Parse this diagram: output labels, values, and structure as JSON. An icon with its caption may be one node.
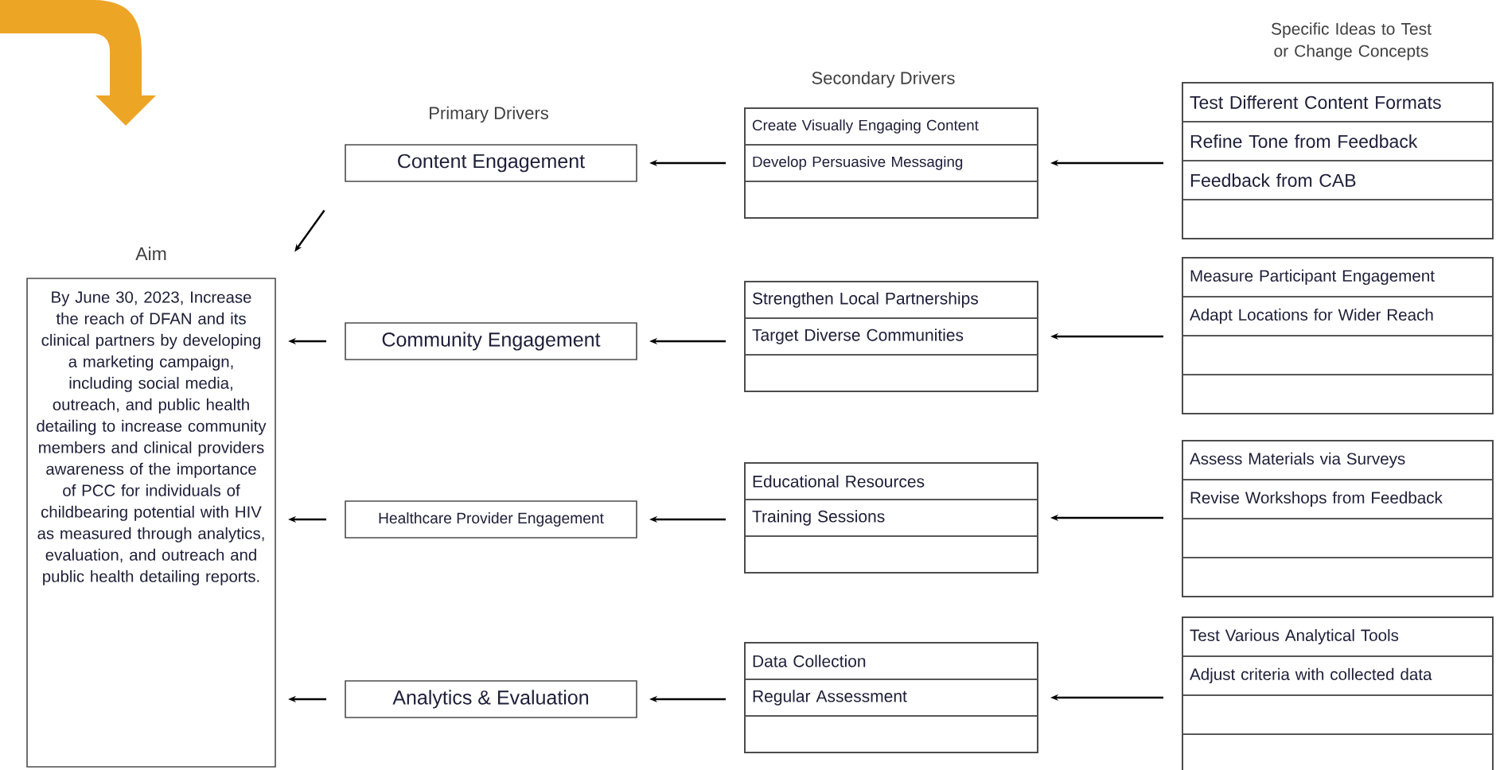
{
  "diagram": {
    "nodes": [
      {
        "text": [
          "Aim",
          "By June 30, 2023, Increase the reach of DFAN and its clinical partners by developing a marketing campaign, including social media, outreach, and public health detailing to increase community members and clinical providers awareness of the importance of PCC for individuals of childbearing potential with HIV as measured through analytics, evaluation, and outreach and public health detailing reports."
        ]
      },
      {
        "text": [
          "Content Engagement"
        ]
      },
      {
        "text": [
          "Community Engagement"
        ]
      },
      {
        "text": [
          "Healthcare Provider Engagement"
        ]
      },
      {
        "text": [
          "Analytics & Evaluation"
        ]
      },
      {
        "text": [],
        "shape": "box"
      },
      {
        "text": [
          "Create Visually Engaging Content"
        ],
        "in": 5
      },
      {
        "text": [
          "Develop Persuasive Messaging"
        ],
        "in": 5
      },
      {
        "text": [],
        "shape": "box",
        "in": 5
      },
      {
        "text": [],
        "shape": "box"
      },
      {
        "text": [
          "Strengthen Local Partnerships"
        ],
        "in": 9
      },
      {
        "text": [
          "Target Diverse Communities"
        ],
        "in": 9
      },
      {
        "text": [],
        "shape": "box",
        "in": 9
      },
      {
        "text": [],
        "shape": "box"
      },
      {
        "text": [
          "Educational Resources"
        ],
        "in": 13
      },
      {
        "text": [
          "Training Sessions"
        ],
        "in": 13
      },
      {
        "text": [],
        "shape": "box",
        "in": 13
      },
      {
        "text": [],
        "shape": "box"
      },
      {
        "text": [
          "Data Collection"
        ],
        "in": 17
      },
      {
        "text": [
          "Regular Assessment"
        ],
        "in": 17
      },
      {
        "text": [],
        "shape": "box",
        "in": 17
      },
      {
        "text": [],
        "shape": "box"
      },
      {
        "text": [
          "Test Different Content Formats"
        ],
        "in": 21
      },
      {
        "text": [
          "Refine Tone from Feedback"
        ],
        "in": 21
      },
      {
        "text": [
          "Feedback from CAB"
        ],
        "in": 21
      },
      {
        "text": [],
        "shape": "box",
        "in": 21
      },
      {
        "text": [],
        "shape": "box"
      },
      {
        "text": [
          "Measure Participant Engagement"
        ],
        "in": 26
      },
      {
        "text": [
          "Adapt Locations for Wider Reach"
        ],
        "in": 26
      },
      {
        "text": [],
        "shape": "box",
        "in": 26
      },
      {
        "text": [],
        "shape": "box",
        "in": 26
      },
      {
        "text": [],
        "shape": "box"
      },
      {
        "text": [
          "Assess Materials via Surveys"
        ],
        "in": 31
      },
      {
        "text": [
          "Revise Workshops from Feedback"
        ],
        "in": 31
      },
      {
        "text": [],
        "shape": "box",
        "in": 31
      },
      {
        "text": [],
        "shape": "box",
        "in": 31
      },
      {
        "text": [],
        "shape": "box"
      },
      {
        "text": [
          "Test Various Analytical Tools"
        ],
        "in": 36
      },
      {
        "text": [
          "Adjust criteria with collected data"
        ],
        "in": 36
      },
      {
        "text": [],
        "shape": "box",
        "in": 36
      },
      {
        "text": [],
        "shape": "box",
        "in": 36
      }
    ],
    "edges": [
      {
        "from": 1,
        "to": 0,
        "arrow": "to"
      },
      {
        "from": 2,
        "to": 0,
        "arrow": "to"
      },
      {
        "from": 3,
        "to": 0,
        "arrow": "to"
      },
      {
        "from": 4,
        "to": 0,
        "arrow": "to"
      },
      {
        "from": 5,
        "to": 1,
        "arrow": "to"
      },
      {
        "from": 9,
        "to": 2,
        "arrow": "to"
      },
      {
        "from": 13,
        "to": 3,
        "arrow": "to"
      },
      {
        "from": 17,
        "to": 4,
        "arrow": "to"
      },
      {
        "from": 21,
        "to": 5,
        "arrow": "to"
      },
      {
        "from": 26,
        "to": 9,
        "arrow": "to"
      },
      {
        "from": 31,
        "to": 13,
        "arrow": "to"
      },
      {
        "from": 36,
        "to": 17,
        "arrow": "to"
      }
    ],
    "labels": [
      "Specific Ideas to Test or Change Concepts",
      "Secondary Drivers",
      "Primary Drivers"
    ]
  }
}
